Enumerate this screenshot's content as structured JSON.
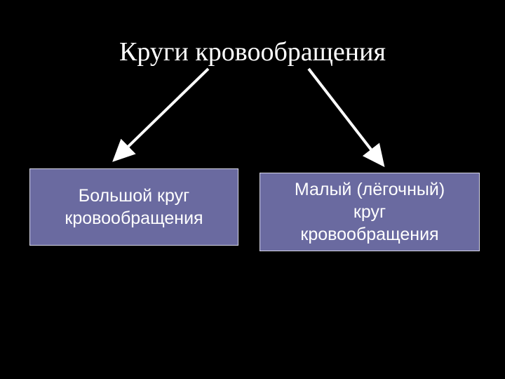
{
  "title": "Круги кровообращения",
  "boxes": {
    "left": "Большой круг\nкровообращения",
    "right": "Малый (лёгочный)\nкруг\nкровообращения"
  },
  "colors": {
    "background": "#000000",
    "box_fill": "#6a6aa0",
    "text": "#ffffff",
    "arrow": "#ffffff"
  }
}
